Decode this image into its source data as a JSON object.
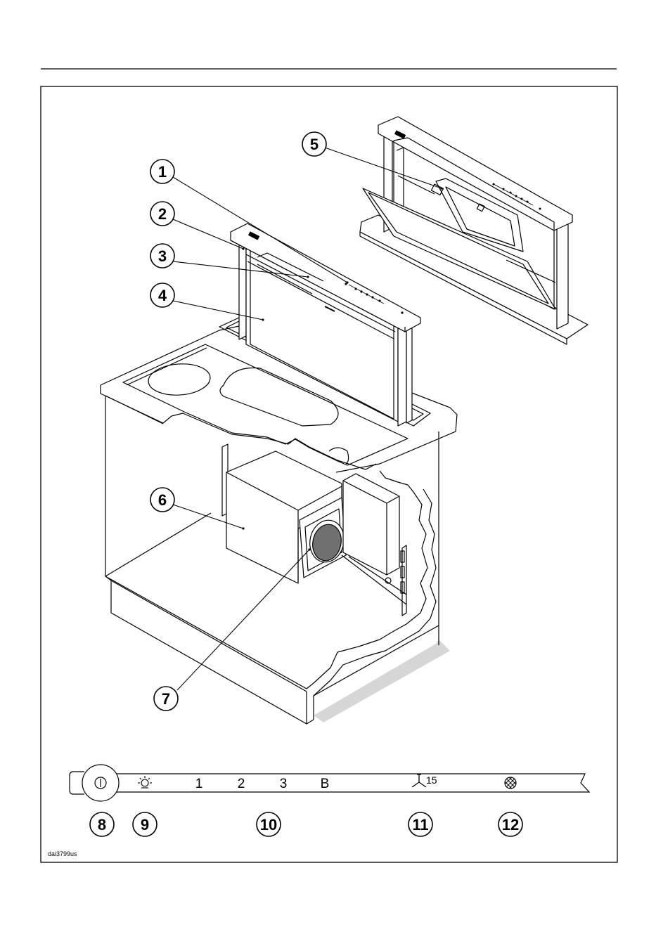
{
  "callouts": [
    {
      "id": "c1",
      "label": "1"
    },
    {
      "id": "c2",
      "label": "2"
    },
    {
      "id": "c3",
      "label": "3"
    },
    {
      "id": "c4",
      "label": "4"
    },
    {
      "id": "c5",
      "label": "5"
    },
    {
      "id": "c6",
      "label": "6"
    },
    {
      "id": "c7",
      "label": "7"
    },
    {
      "id": "c8",
      "label": "8"
    },
    {
      "id": "c9",
      "label": "9"
    },
    {
      "id": "c10",
      "label": "10"
    },
    {
      "id": "c11",
      "label": "11"
    },
    {
      "id": "c12",
      "label": "12"
    }
  ],
  "control_panel": {
    "level1": "1",
    "level2": "2",
    "level3": "3",
    "boost": "B",
    "delay_minutes": "15",
    "icons": {
      "power": "power-icon",
      "light": "light-icon",
      "fan": "fan-icon",
      "filter": "grease-filter-icon"
    }
  },
  "figure_code": "dai3799us",
  "colors": {
    "line": "#000000",
    "filter_fill": "#707070",
    "shadow": "#d6d6d6"
  }
}
